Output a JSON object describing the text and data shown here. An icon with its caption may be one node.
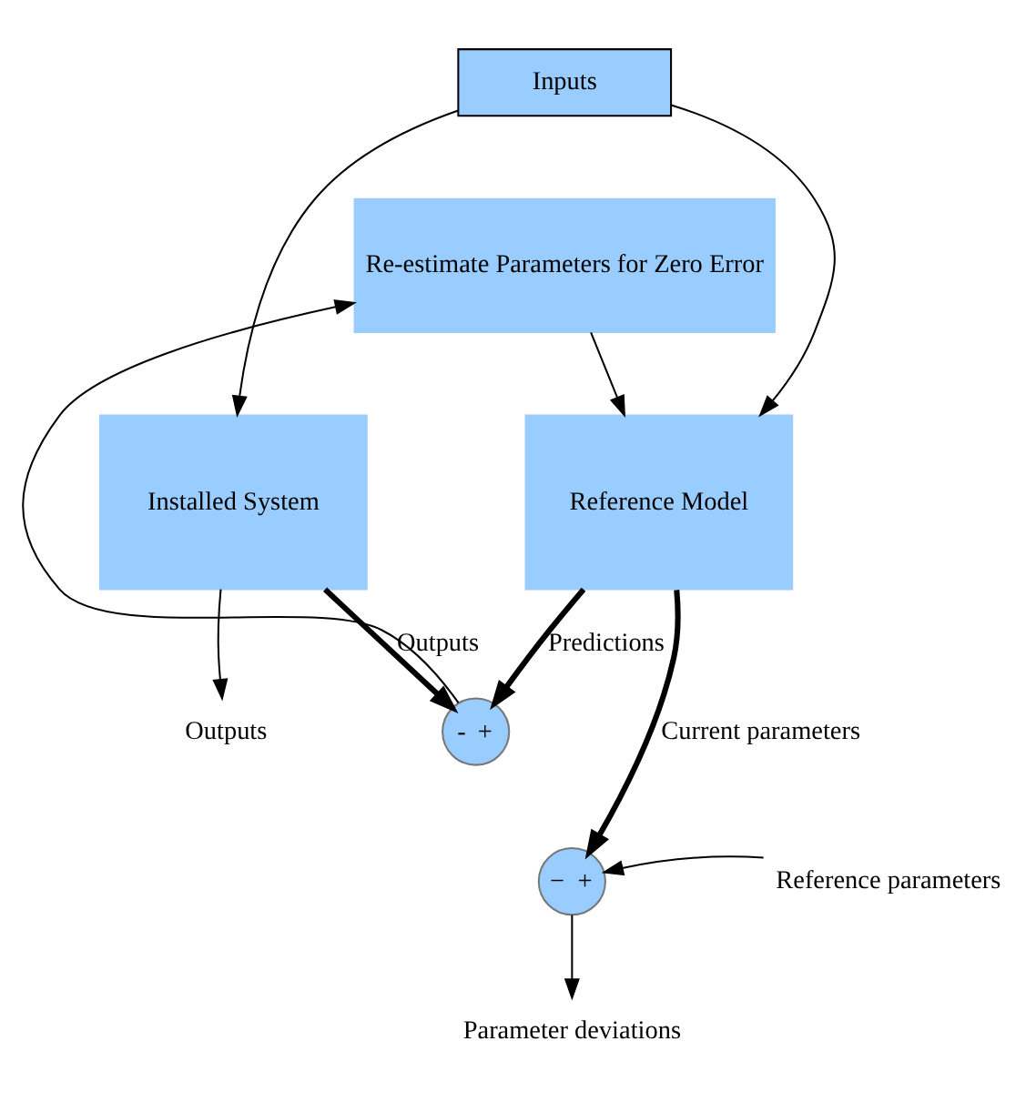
{
  "diagram": {
    "nodes": [
      {
        "text": [
          "Inputs"
        ]
      },
      {
        "text": [
          "Re-estimate Parameters for Zero Error"
        ]
      },
      {
        "text": [
          "Installed System"
        ]
      },
      {
        "text": [
          "Reference Model"
        ]
      },
      {
        "text": [
          "-",
          "+"
        ]
      },
      {
        "text": [
          "−",
          "+"
        ]
      },
      {
        "text": [
          "Outputs"
        ]
      },
      {
        "text": [
          "Reference parameters"
        ]
      },
      {
        "text": [
          "Parameter deviations"
        ]
      }
    ],
    "edges": [
      {
        "from": 0,
        "to": 2,
        "arrow": "to"
      },
      {
        "from": 0,
        "to": 3,
        "arrow": "to"
      },
      {
        "from": 1,
        "to": 3,
        "arrow": "to"
      },
      {
        "from": 4,
        "to": 1,
        "arrow": "to"
      },
      {
        "from": 2,
        "to": 4,
        "arrow": "to",
        "label": "Outputs",
        "style": "thick"
      },
      {
        "from": 3,
        "to": 4,
        "arrow": "to",
        "label": "Predictions",
        "style": "thick"
      },
      {
        "from": 2,
        "to": 6,
        "arrow": "to"
      },
      {
        "from": 3,
        "to": 5,
        "arrow": "to",
        "label": "Current parameters",
        "style": "thick"
      },
      {
        "from": 7,
        "to": 5,
        "arrow": "to"
      },
      {
        "from": 5,
        "to": 8,
        "arrow": "to"
      }
    ]
  }
}
